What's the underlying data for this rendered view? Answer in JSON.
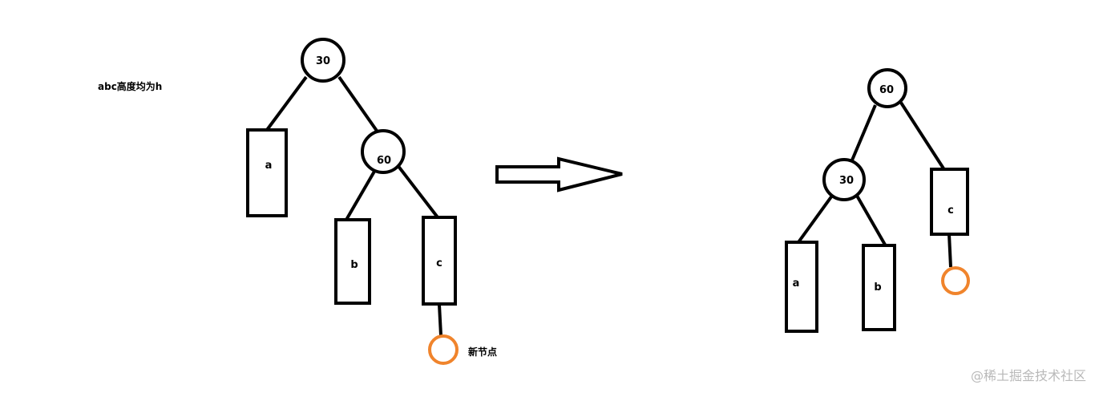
{
  "note": "abc高度均为h",
  "watermark": "@稀土掘金技术社区",
  "colors": {
    "stroke": "#000000",
    "new_node": "#f0842c",
    "watermark": "#b9b9b9",
    "background": "#ffffff"
  },
  "before": {
    "root": "30",
    "right_child": "60",
    "subtree_a": "a",
    "subtree_b": "b",
    "subtree_c": "c",
    "new_node_label": "新节点"
  },
  "after": {
    "root": "60",
    "left_child": "30",
    "subtree_a": "a",
    "subtree_b": "b",
    "subtree_c": "c"
  }
}
